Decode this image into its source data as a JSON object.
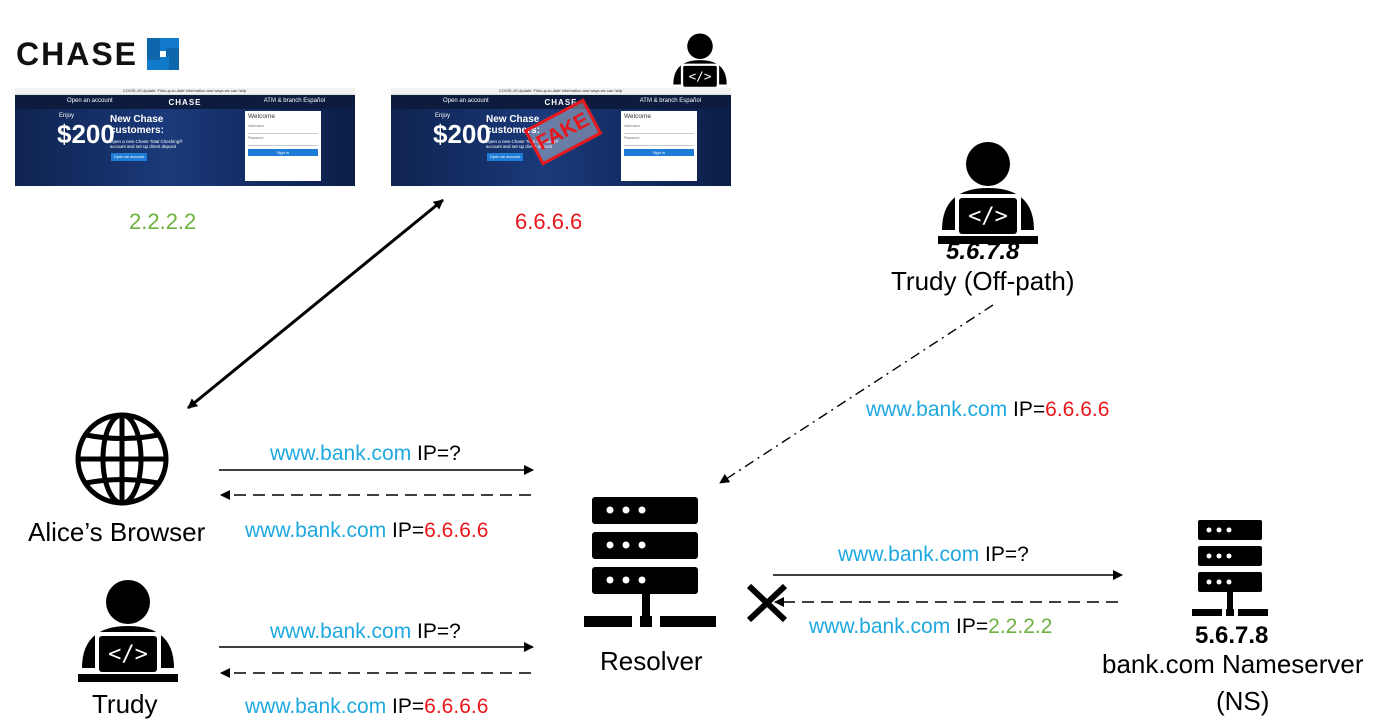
{
  "brand": {
    "name": "CHASE"
  },
  "sites": {
    "real": {
      "covid_banner": "COVID-19 Update: Find up-to-date information and ways we can help.",
      "nav_left": "Open an account",
      "logo": "CHASE",
      "nav_right": "ATM & branch   Español",
      "enjoy": "Enjoy",
      "amount": "$200",
      "headline": "New Chase customers:",
      "body": "Open a new Chase Total Checking® account and set up direct deposit",
      "button": "Open an account",
      "login_title": "Welcome",
      "username": "Username",
      "password": "Password",
      "sign_in": "Sign in",
      "ip": "2.2.2.2"
    },
    "fake": {
      "covid_banner": "COVID-19 Update: Find up-to-date information and ways we can help.",
      "nav_left": "Open an account",
      "logo": "CHASE",
      "nav_right": "ATM & branch   Español",
      "enjoy": "Enjoy",
      "amount": "$200",
      "headline": "New Chase customers:",
      "body": "Open a new Chase Total Checking® account and set up direct deposit",
      "button": "Open an account",
      "login_title": "Welcome",
      "username": "Username",
      "password": "Password",
      "sign_in": "Sign in",
      "stamp": "FAKE",
      "ip": "6.6.6.6"
    }
  },
  "nodes": {
    "browser": {
      "label": "Alice’s Browser"
    },
    "resolver": {
      "label": "Resolver"
    },
    "trudy": {
      "label": "Trudy"
    },
    "trudy_offpath": {
      "ip": "5.6.7.8",
      "label": "Trudy (Off-path)"
    },
    "nameserver": {
      "ip": "5.6.7.8",
      "label_line1": "bank.com Nameserver",
      "label_line2": "(NS)"
    }
  },
  "messages": {
    "browser_query": {
      "domain": "www.bank.com",
      "rest": " IP=?"
    },
    "browser_reply": {
      "domain": "www.bank.com",
      "rest": " IP=",
      "value": "6.6.6.6"
    },
    "trudy_query": {
      "domain": "www.bank.com",
      "rest": " IP=?"
    },
    "trudy_reply": {
      "domain": "www.bank.com",
      "rest": " IP=",
      "value": "6.6.6.6"
    },
    "ns_query": {
      "domain": "www.bank.com",
      "rest": " IP=?"
    },
    "ns_reply": {
      "domain": "www.bank.com",
      "rest": " IP=",
      "value": "2.2.2.2"
    },
    "offpath_spoof": {
      "domain": "www.bank.com",
      "rest": " IP=",
      "value": "6.6.6.6"
    }
  },
  "colors": {
    "domain": "#1ea8e0",
    "bad_ip": "#e8171b",
    "good_ip": "#6db23f",
    "chase_blue": "#117aca"
  }
}
